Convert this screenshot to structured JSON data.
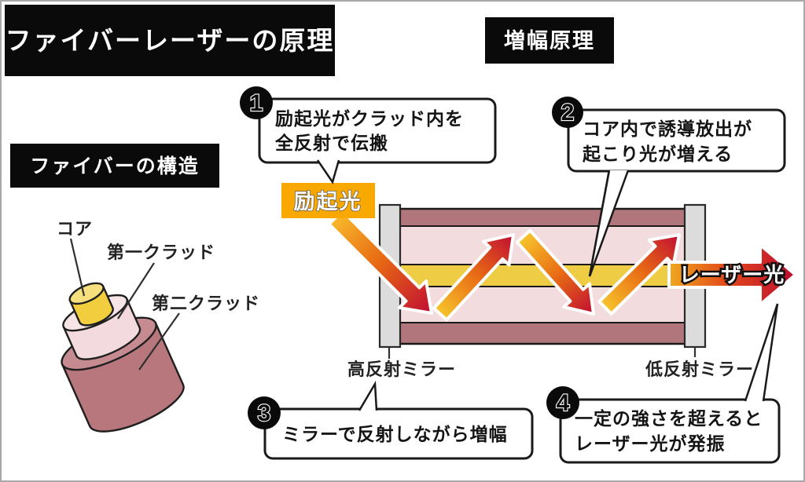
{
  "header": {
    "main_title": "ファイバーレーザーの原理",
    "amp_title": "増幅原理",
    "structure_title": "ファイバーの構造"
  },
  "structure": {
    "core_label": "コア",
    "first_clad_label": "第一クラッド",
    "second_clad_label": "第二クラッド"
  },
  "amplifier": {
    "pump_light": "励起光",
    "laser_light": "レーザー光",
    "high_mirror": "高反射ミラー",
    "low_mirror": "低反射ミラー"
  },
  "callouts": {
    "c1": {
      "num": "1",
      "line1": "励起光がクラッド内を",
      "line2": "全反射で伝搬"
    },
    "c2": {
      "num": "2",
      "line1": "コア内で誘導放出が",
      "line2": "起こり光が増える"
    },
    "c3": {
      "num": "3",
      "line1": "ミラーで反射しながら増幅"
    },
    "c4": {
      "num": "4",
      "line1": "一定の強さを超えると",
      "line2": "レーザー光が発振"
    }
  },
  "colors": {
    "title_bg": "#0a0a0a",
    "pump_label_bg": "#F9A800",
    "core_yellow": "#EECD44",
    "clad_pink": "#F2DCDE",
    "outer_clad_mauve": "#B0767B",
    "mirror_gray": "#DCDCDC",
    "arrow_yellow": "#F7B92B",
    "arrow_orange": "#E86A14",
    "arrow_red": "#C00D33",
    "border_gray": "#A8A8A8"
  }
}
